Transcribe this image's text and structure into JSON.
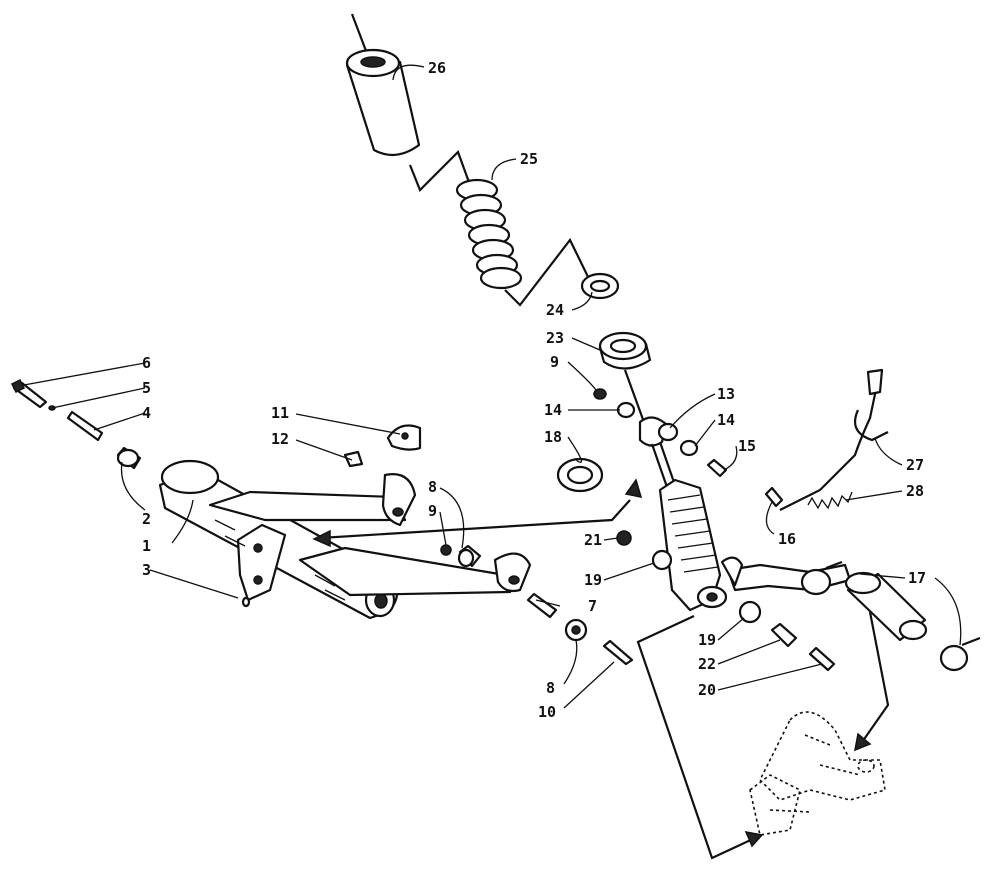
{
  "diagram": {
    "callouts": [
      "1",
      "2",
      "3",
      "4",
      "5",
      "6",
      "7",
      "8",
      "8",
      "9",
      "9",
      "10",
      "11",
      "12",
      "13",
      "14",
      "14",
      "15",
      "16",
      "17",
      "18",
      "19",
      "19",
      "20",
      "21",
      "22",
      "23",
      "24",
      "25",
      "26",
      "27",
      "28"
    ]
  },
  "colors": {
    "ink": "#111111",
    "paper": "#ffffff"
  }
}
